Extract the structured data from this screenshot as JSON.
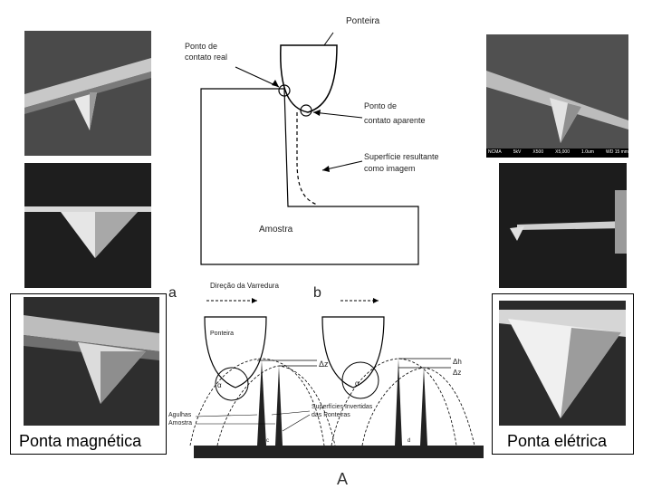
{
  "captions": {
    "magnetic": "Ponta magnética",
    "electric": "Ponta elétrica"
  },
  "sem_scalebar": {
    "texts": [
      "NCMA",
      "5kV",
      "X500",
      "X5,000",
      "1.0um",
      "WD 15 mm"
    ]
  },
  "top_diagram": {
    "tip_label": "Ponteira",
    "real_contact": [
      "Ponto de",
      "contato real"
    ],
    "apparent_contact": [
      "Ponto de",
      "contato aparente"
    ],
    "resulting_surface": [
      "Superfície resultante",
      "como imagem"
    ],
    "sample_label": "Amostra"
  },
  "bottom_diagram": {
    "panel_a": "a",
    "panel_b": "b",
    "scan_direction": "Direção da Varredura",
    "tip_label": "Ponteira",
    "alpha": "α",
    "delta_z": "Δz",
    "delta_h": "Δh",
    "needles": [
      "Agulhas",
      "Amostra"
    ],
    "inverted_surfaces": [
      "Superfícies Invertidas",
      "das Ponteiras"
    ],
    "small_c": "c",
    "small_d": "d"
  },
  "figure_letter": "A"
}
